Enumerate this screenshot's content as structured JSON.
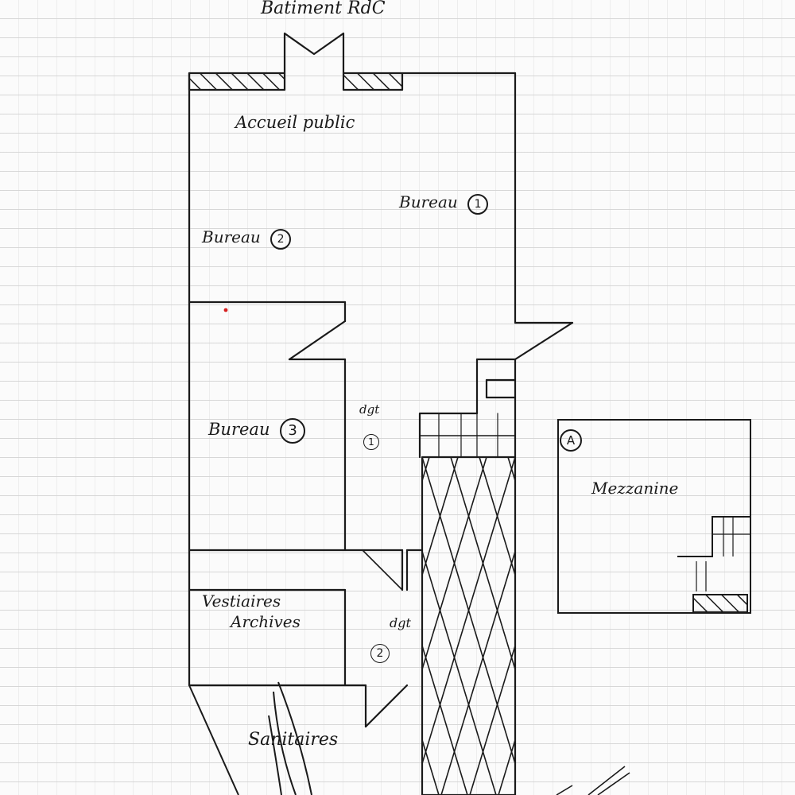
{
  "header": {
    "title": "Batiment RdC"
  },
  "rooms": {
    "accueil": "Accueil public",
    "bureau1": {
      "label": "Bureau",
      "num": "1"
    },
    "bureau2": {
      "label": "Bureau",
      "num": "2"
    },
    "bureau3": {
      "label": "Bureau",
      "num": "3"
    },
    "dgt1": {
      "label": "dgt",
      "num": "1"
    },
    "vestiaires": {
      "line1": "Vestiaires",
      "line2": "Archives"
    },
    "dgt2": {
      "label": "dgt",
      "num": "2"
    },
    "sanitaires": "Sanitaires",
    "mezzanine": {
      "marker": "A",
      "label": "Mezzanine"
    }
  },
  "colors": {
    "ink": "#1a1a1a",
    "paper": "#fbfbfb",
    "grid": "#b9b9b9",
    "dot": "#d62020"
  }
}
